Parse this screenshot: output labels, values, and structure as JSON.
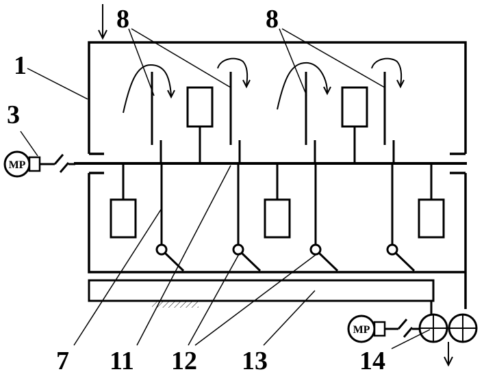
{
  "labels": {
    "l1": "1",
    "l3": "3",
    "l7": "7",
    "l8a": "8",
    "l8b": "8",
    "l11": "11",
    "l12": "12",
    "l13": "13",
    "l14": "14"
  },
  "motors": {
    "left": "MP",
    "right": "MP"
  },
  "colors": {
    "line": "#000000",
    "background": "#ffffff"
  }
}
